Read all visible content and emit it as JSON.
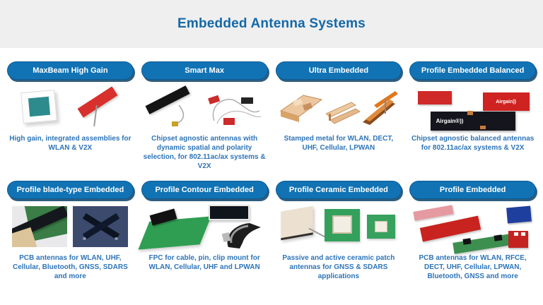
{
  "page": {
    "title": "Embedded Antenna Systems"
  },
  "colors": {
    "title_blue": "#1368a8",
    "button_blue": "#1173b4",
    "button_shadow": "#0b4268",
    "description_blue": "#2d74b8",
    "header_band_gray": "#efefef"
  },
  "brand": {
    "airgain_logo_black_strip": "Airgain®))",
    "airgain_logo_red_module": "Airgain))"
  },
  "categories": [
    {
      "name": "MaxBeam High Gain",
      "description": "High gain, integrated assemblies for WLAN & V2X"
    },
    {
      "name": "Smart Max",
      "description": "Chipset agnostic antennas with dynamic spatial and polarity selection, for 802.11ac/ax systems & V2X"
    },
    {
      "name": "Ultra Embedded",
      "description": "Stamped metal for WLAN, DECT, UHF, Cellular, LPWAN"
    },
    {
      "name": "Profile Embedded Balanced",
      "description": "Chipset agnostic balanced antennas for 802.11ac/ax systems & V2X"
    },
    {
      "name": "Profile blade-type Embedded",
      "description": "PCB antennas for WLAN, UHF, Cellular, Bluetooth, GNSS, SDARS and more"
    },
    {
      "name": "Profile Contour Embedded",
      "description": "FPC for cable, pin, clip mount for WLAN, Cellular, UHF and LPWAN"
    },
    {
      "name": "Profile Ceramic Embedded",
      "description": "Passive and active ceramic patch antennas for GNSS & SDARS applications"
    },
    {
      "name": "Profile Embedded",
      "description": "PCB antennas for WLAN, RFCE, DECT, UHF, Cellular, LPWAN, Bluetooth, GNSS and more"
    }
  ]
}
